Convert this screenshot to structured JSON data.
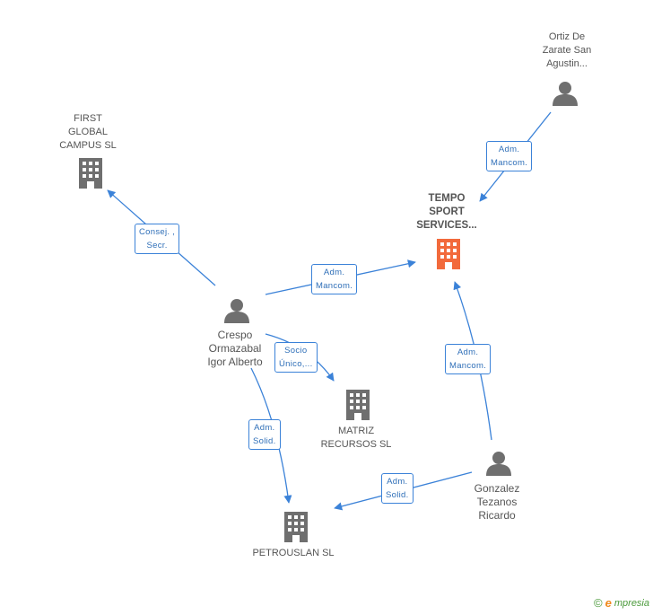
{
  "nodes": {
    "ortiz": {
      "label": "Ortiz De\nZarate San\nAgustin..."
    },
    "first_global": {
      "label": "FIRST\nGLOBAL\nCAMPUS  SL"
    },
    "tempo": {
      "label": "TEMPO\nSPORT\nSERVICES..."
    },
    "crespo": {
      "label": "Crespo\nOrmazabal\nIgor Alberto"
    },
    "matriz": {
      "label": "MATRIZ\nRECURSOS  SL"
    },
    "gonzalez": {
      "label": "Gonzalez\nTezanos\nRicardo"
    },
    "petrouslan": {
      "label": "PETROUSLAN SL"
    }
  },
  "edges": {
    "ortiz_tempo": {
      "label": "Adm.\nMancom."
    },
    "crespo_first": {
      "label": "Consej. ,\nSecr."
    },
    "crespo_tempo": {
      "label": "Adm.\nMancom."
    },
    "crespo_matriz": {
      "label": "Socio\nÚnico,..."
    },
    "crespo_petro": {
      "label": "Adm.\nSolid."
    },
    "gonzalez_tempo": {
      "label": "Adm.\nMancom."
    },
    "gonzalez_petro": {
      "label": "Adm.\nSolid."
    }
  },
  "colors": {
    "edge": "#3b82d8",
    "company": "#6f6f6f",
    "company_main": "#f26a3c",
    "person": "#6f6f6f"
  },
  "footer": {
    "copyright": "©",
    "brand_initial": "e",
    "brand_rest": "mpresia"
  }
}
